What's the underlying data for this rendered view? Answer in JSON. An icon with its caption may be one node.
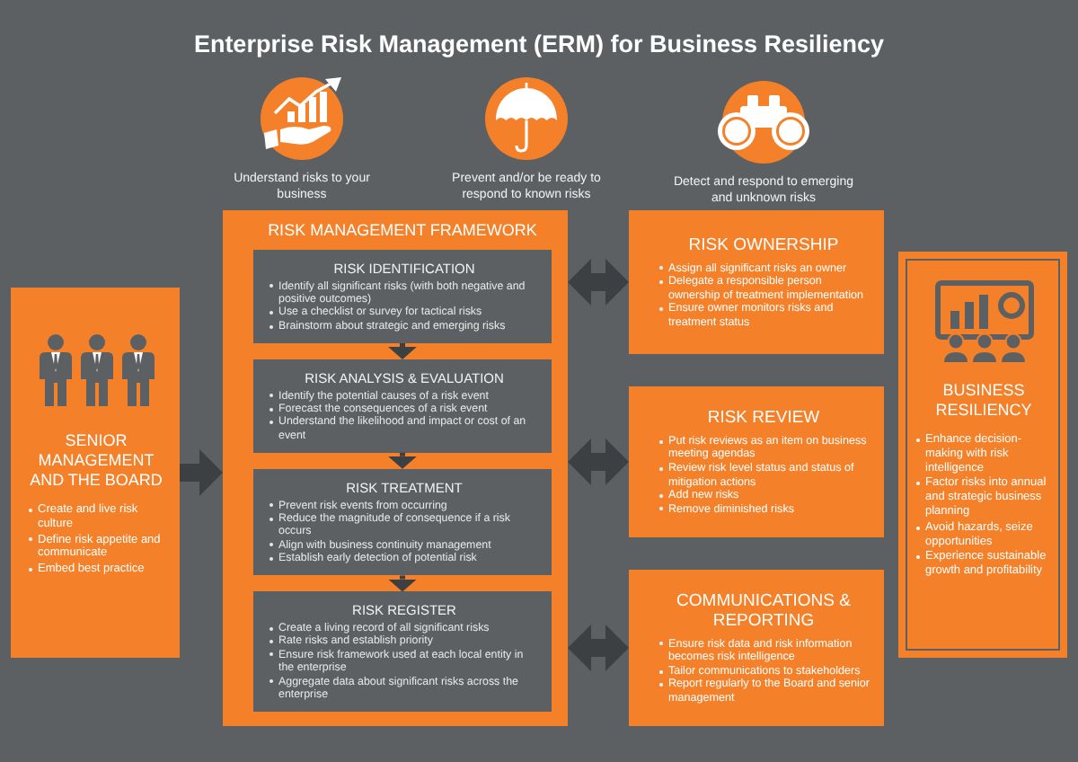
{
  "diagram": {
    "title": "Enterprise Risk Management (ERM) for Business Resiliency",
    "nodes": [
      {
        "text": [
          "SENIOR MANAGEMENT AND THE BOARD",
          "Create and live risk culture",
          "Define risk appetite and communicate",
          "Embed best practice"
        ]
      },
      {
        "text": [
          "RISK MANAGEMENT FRAMEWORK"
        ]
      },
      {
        "text": [
          "RISK IDENTIFICATION",
          "Identify all significant risks (with both negative and positive outcomes)",
          "Use a checklist or survey for tactical risks",
          "Brainstorm about strategic and emerging risks"
        ],
        "in": 1
      },
      {
        "text": [
          "RISK ANALYSIS & EVALUATION",
          "Identify the potential causes of a risk event",
          "Forecast the consequences of a risk event",
          "Understand the likelihood and impact or cost of an event"
        ],
        "in": 1
      },
      {
        "text": [
          "RISK TREATMENT",
          "Prevent risk events from occurring",
          "Reduce the magnitude of consequence if a risk occurs",
          "Align with business continuity management",
          "Establish early detection of potential risk"
        ],
        "in": 1
      },
      {
        "text": [
          "RISK REGISTER",
          "Create a living record of all significant risks",
          "Rate risks and establish priority",
          "Ensure risk framework used at each local entity in the enterprise",
          "Aggregate data about significant risks across the enterprise"
        ],
        "in": 1
      },
      {
        "text": [
          "RISK OWNERSHIP",
          "Assign all significant risks an owner",
          "Delegate a responsible person ownership of treatment implementation",
          "Ensure owner monitors risks and treatment status"
        ]
      },
      {
        "text": [
          "RISK REVIEW",
          "Put risk reviews as an item on business meeting agendas",
          "Review risk level status and status of mitigation actions",
          "Add new risks",
          "Remove diminished risks"
        ]
      },
      {
        "text": [
          "COMMUNICATIONS & REPORTING",
          "Ensure risk data and risk information becomes risk intelligence",
          "Tailor communications to stakeholders",
          "Report regularly to the Board and senior management"
        ]
      },
      {
        "text": [
          "BUSINESS RESILIENCY",
          "Enhance decision-making with risk intelligence",
          "Factor risks into annual and strategic business planning",
          "Avoid hazards, seize opportunities",
          "Experience sustainable growth and profitability"
        ]
      }
    ],
    "edges": [
      {
        "from": 0,
        "to": 1,
        "arrow": "to"
      },
      {
        "from": 2,
        "to": 3,
        "arrow": "to"
      },
      {
        "from": 3,
        "to": 4,
        "arrow": "to"
      },
      {
        "from": 4,
        "to": 5,
        "arrow": "to"
      },
      {
        "from": 1,
        "to": 6,
        "arrow": "both"
      },
      {
        "from": 1,
        "to": 7,
        "arrow": "both"
      },
      {
        "from": 1,
        "to": 8,
        "arrow": "both"
      }
    ],
    "labels": [
      "Understand risks to your business",
      "Prevent and/or be ready to respond to known risks",
      "Detect and respond to emerging and unknown risks"
    ]
  }
}
